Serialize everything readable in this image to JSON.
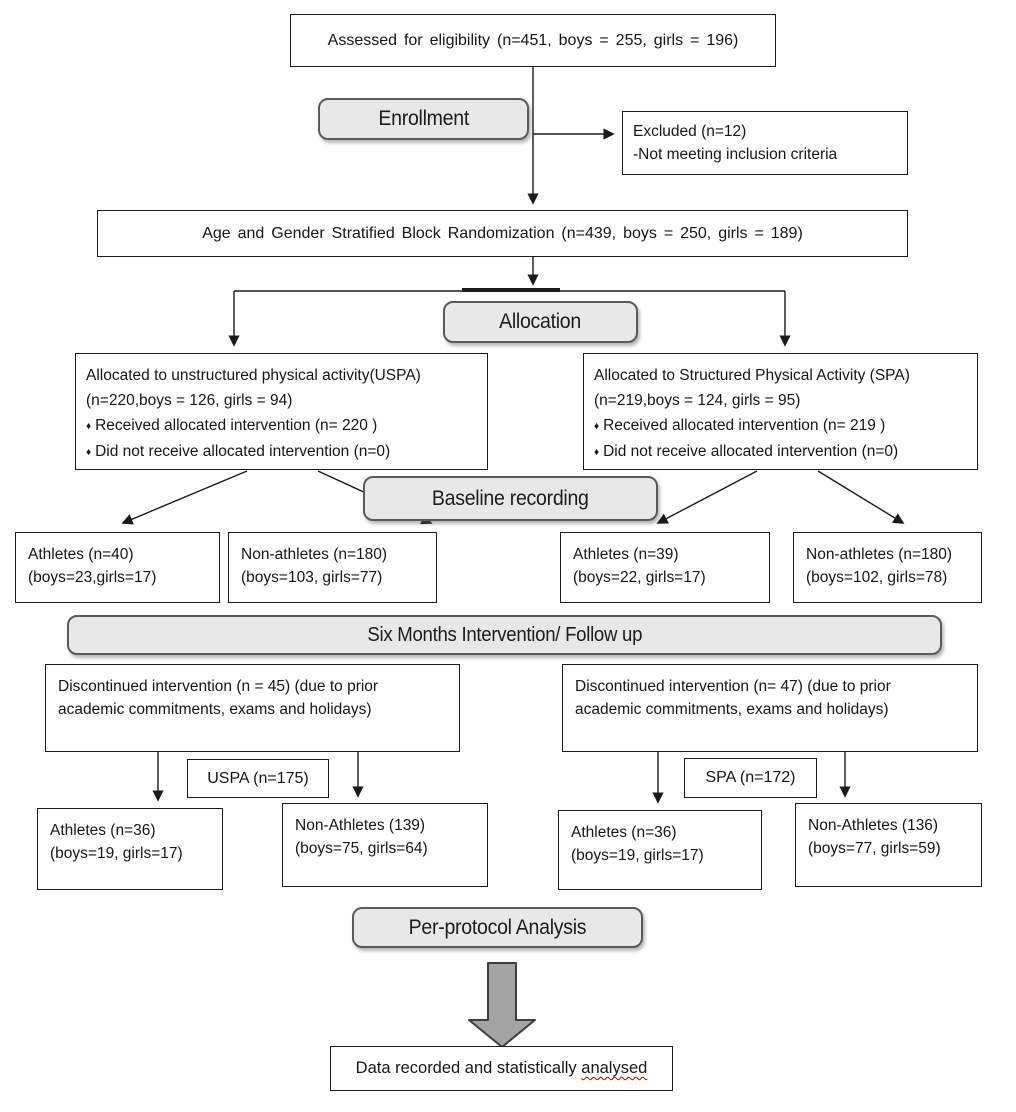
{
  "flow": {
    "assessed": "Assessed for eligibility (n=451, boys = 255, girls = 196)",
    "enrollment_label": "Enrollment",
    "excluded": {
      "line1": "Excluded (n=12)",
      "line2": "-Not meeting inclusion criteria"
    },
    "randomization": "Age and Gender Stratified Block Randomization (n=439, boys = 250, girls = 189)",
    "allocation_label": "Allocation",
    "uspa_arm": {
      "title": "Allocated to unstructured physical activity(USPA)",
      "counts": "(n=220,boys = 126, girls = 94)",
      "bullets": [
        "Received allocated intervention (n= 220 )",
        "Did not receive allocated intervention (n=0)"
      ]
    },
    "spa_arm": {
      "title": "Allocated to Structured Physical Activity (SPA)",
      "counts": "(n=219,boys = 124, girls = 95)",
      "bullets": [
        "Received allocated intervention (n= 219 )",
        "Did not receive allocated intervention (n=0)"
      ]
    },
    "baseline_label": "Baseline recording",
    "baseline_groups": [
      {
        "line1": "Athletes (n=40)",
        "line2": "(boys=23,girls=17)"
      },
      {
        "line1": "Non-athletes (n=180)",
        "line2": "(boys=103, girls=77)"
      },
      {
        "line1": "Athletes (n=39)",
        "line2": "(boys=22,  girls=17)"
      },
      {
        "line1": "Non-athletes (n=180)",
        "line2": "(boys=102,  girls=78)"
      }
    ],
    "followup_label": "Six Months Intervention/ Follow up",
    "discontinued_left": {
      "line1": "Discontinued intervention (n = 45) (due to prior",
      "line2": "academic commitments, exams and holidays)"
    },
    "discontinued_right": {
      "line1": "Discontinued intervention (n= 47) (due to prior",
      "line2": "academic commitments, exams and holidays)"
    },
    "uspa_n_label": "USPA (n=175)",
    "spa_n_label": "SPA (n=172)",
    "final_groups": [
      {
        "line1": "Athletes (n=36)",
        "line2": "(boys=19,  girls=17)"
      },
      {
        "line1": "Non-Athletes (139)",
        "line2": "(boys=75,  girls=64)"
      },
      {
        "line1": "Athletes (n=36)",
        "line2": "(boys=19,  girls=17)"
      },
      {
        "line1": "Non-Athletes (136)",
        "line2": "(boys=77,  girls=59)"
      }
    ],
    "per_protocol_label": "Per-protocol Analysis",
    "final_box": {
      "prefix": "Data recorded and statistically ",
      "underlined_word": "analysed"
    },
    "bullet_glyph": "♦"
  },
  "colors": {
    "box_border": "#1a1a1a",
    "badge_fill": "#e8e8e8",
    "badge_border": "#5a5a5a",
    "arrow": "#1a1a1a",
    "block_arrow_fill": "#a3a3a3",
    "block_arrow_border": "#3f3f3f",
    "spellcheck_underline": "#b00000"
  }
}
